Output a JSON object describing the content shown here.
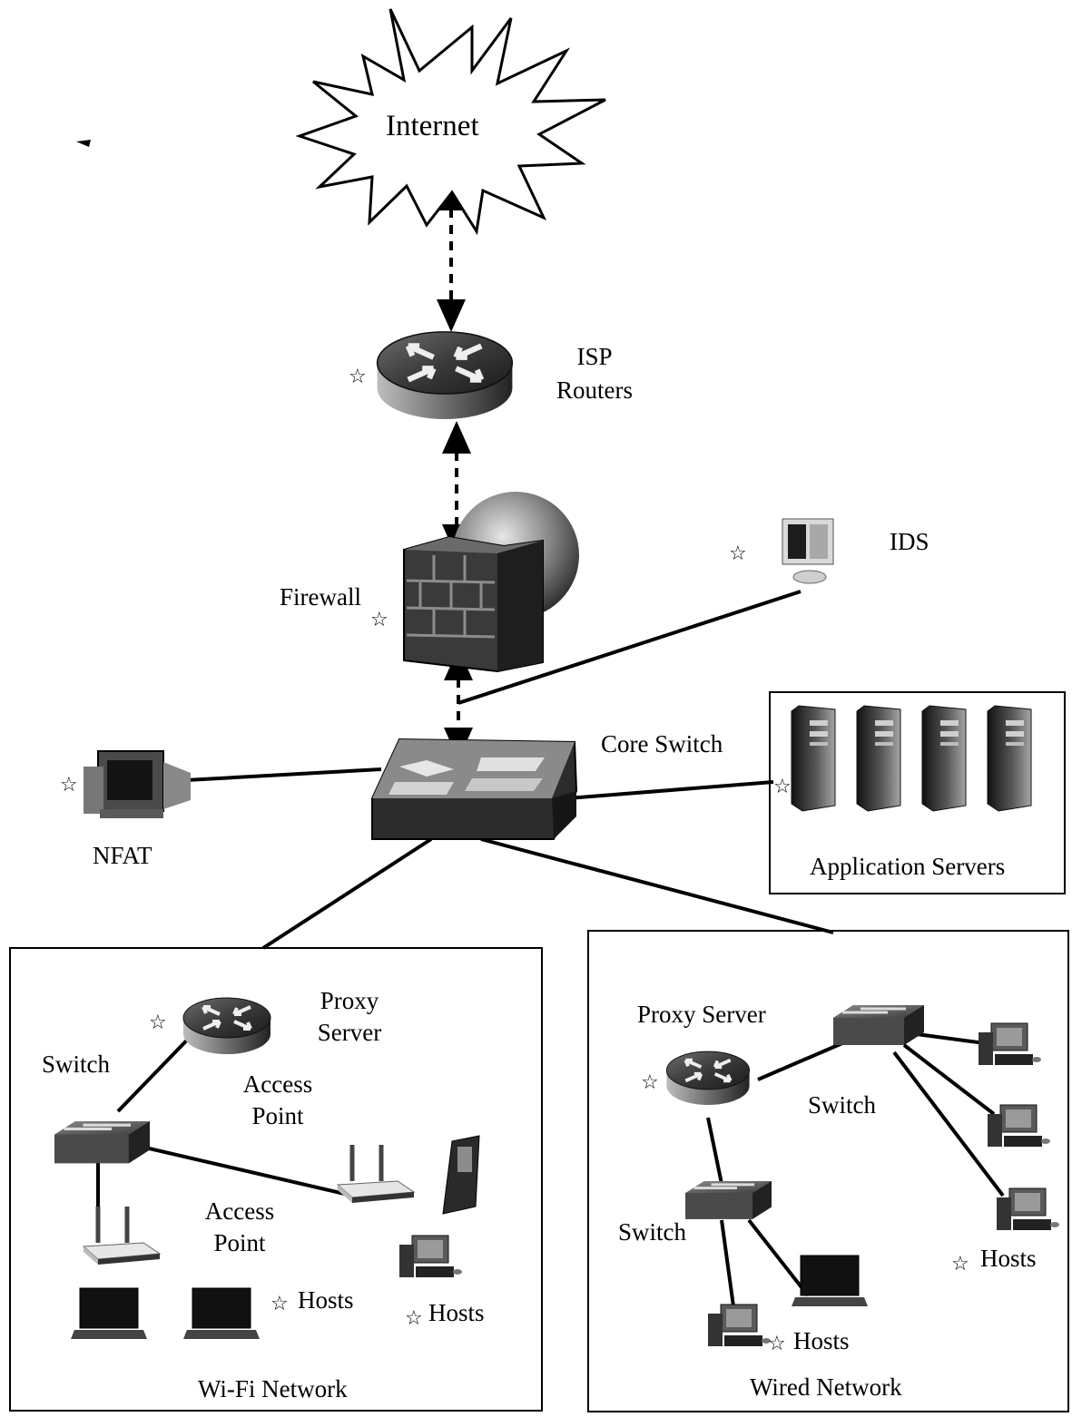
{
  "labels": {
    "internet": "Internet",
    "isp_line1": "ISP",
    "isp_line2": "Routers",
    "firewall": "Firewall",
    "ids": "IDS",
    "core_switch": "Core Switch",
    "nfat": "NFAT",
    "application_servers": "Application Servers",
    "wifi_proxy_line1": "Proxy",
    "wifi_proxy_line2": "Server",
    "wifi_switch": "Switch",
    "wifi_ap1_line1": "Access",
    "wifi_ap1_line2": "Point",
    "wifi_ap2_line1": "Access",
    "wifi_ap2_line2": "Point",
    "wifi_hosts1": "Hosts",
    "wifi_hosts2": "Hosts",
    "wifi_network": "Wi-Fi Network",
    "wired_proxy": "Proxy Server",
    "wired_switch1": "Switch",
    "wired_switch2": "Switch",
    "wired_hosts1": "Hosts",
    "wired_hosts2": "Hosts",
    "wired_network": "Wired Network"
  },
  "marker": "☆",
  "colors": {
    "line": "#000000",
    "device_dark": "#2b2b2b",
    "device_mid": "#8a8a8a",
    "device_light": "#d9d9d9"
  }
}
